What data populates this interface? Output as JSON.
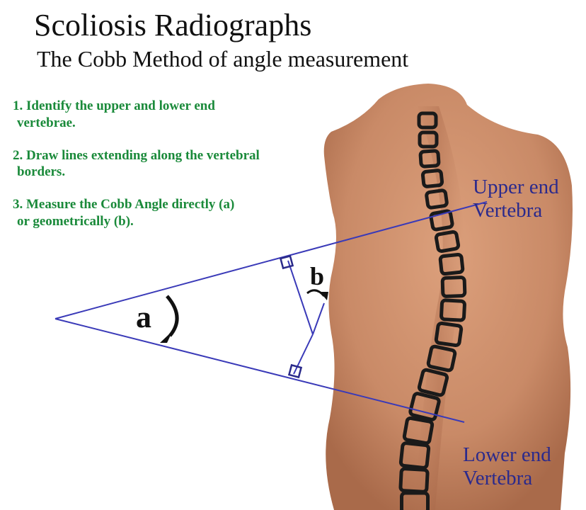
{
  "title": "Scoliosis Radiographs",
  "subtitle": "The Cobb Method of angle measurement",
  "steps": [
    {
      "line1": "1. Identify the upper and lower end",
      "line2": "vertebrae."
    },
    {
      "line1": "2. Draw lines extending along the vertebral",
      "line2": "borders."
    },
    {
      "line1": "3. Measure the Cobb Angle directly (a)",
      "line2": "or geometrically (b)."
    }
  ],
  "labels": {
    "upper_line1": "Upper end",
    "upper_line2": "Vertebra",
    "lower_line1": "Lower end",
    "lower_line2": "Vertebra",
    "angle_a": "a",
    "angle_b": "b"
  },
  "colors": {
    "step_text": "#1a8a3a",
    "label_text": "#2b2a8c",
    "lines": "#3a3ab8",
    "skin": "#c98a67",
    "vertebra_outline": "#1a1a1a"
  },
  "icons": [
    "back-figure",
    "spine-vertebrae",
    "right-angle-marker",
    "curved-arrow-icon"
  ]
}
